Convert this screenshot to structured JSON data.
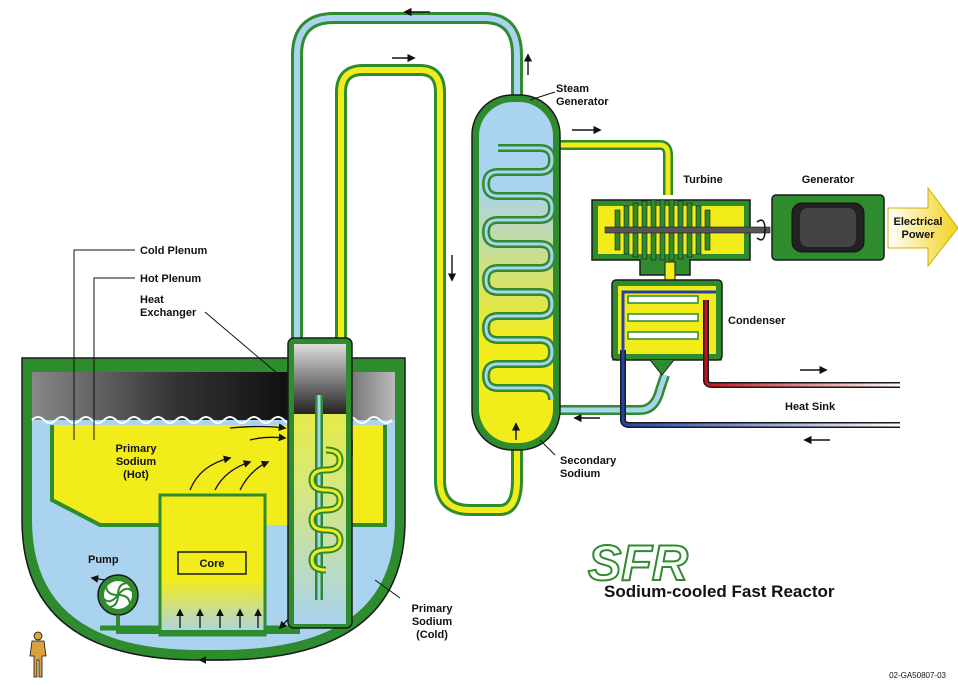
{
  "labels": {
    "cold_plenum": "Cold Plenum",
    "hot_plenum": "Hot Plenum",
    "heat": "Heat",
    "exchanger": "Exchanger",
    "primary_hot_1": "Primary",
    "primary_hot_2": "Sodium",
    "primary_hot_3": "(Hot)",
    "pump": "Pump",
    "core": "Core",
    "primary_cold_1": "Primary",
    "primary_cold_2": "Sodium",
    "primary_cold_3": "(Cold)",
    "steam_1": "Steam",
    "steam_2": "Generator",
    "secondary_1": "Secondary",
    "secondary_2": "Sodium",
    "turbine": "Turbine",
    "generator": "Generator",
    "electrical_1": "Electrical",
    "electrical_2": "Power",
    "condenser": "Condenser",
    "heat_sink": "Heat Sink"
  },
  "logo": {
    "acronym": "SFR",
    "subtitle": "Sodium-cooled Fast Reactor"
  },
  "figure_id": "02-GA50807-03",
  "colors": {
    "vessel_green": "#2e8b2e",
    "sodium_hot": "#f2ec1a",
    "sodium_cold": "#a9d3ee",
    "steam_blue": "#a9d3ee",
    "hot_red": "#c4141a",
    "cold_blue": "#2244aa",
    "outline": "#1a1a1a"
  }
}
